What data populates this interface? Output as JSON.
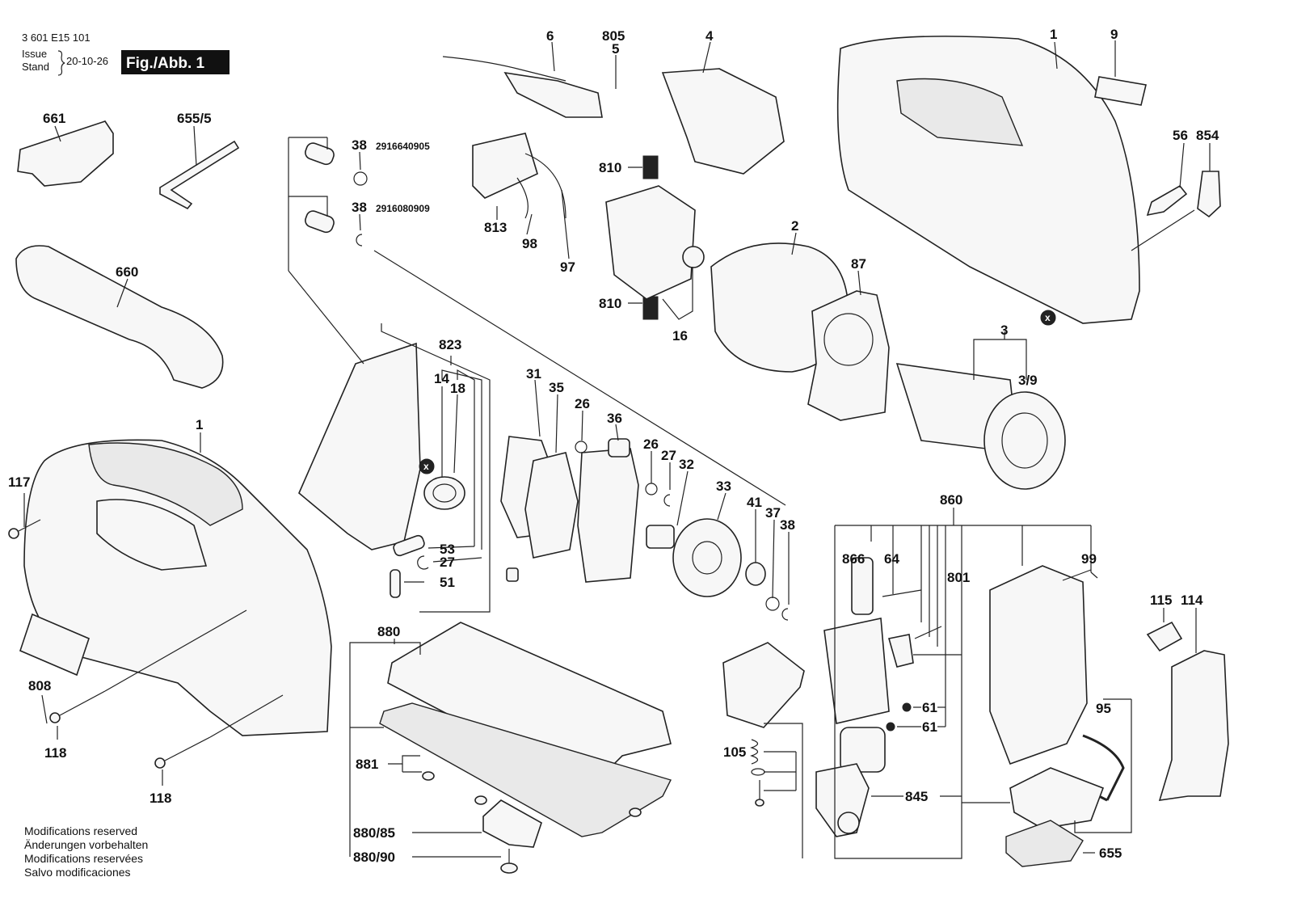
{
  "header": {
    "part_number": "3 601 E15 101",
    "issue_label": "Issue",
    "stand_label": "Stand",
    "date": "20-10-26",
    "figure": "Fig./Abb. 1"
  },
  "footer_notes": [
    "Modifications reserved",
    "Änderungen vorbehalten",
    "Modifications reservées",
    "Salvo modificaciones"
  ],
  "callouts": {
    "c6": "6",
    "c805": "805",
    "c5": "5",
    "c4": "4",
    "c1_top": "1",
    "c9": "9",
    "c661": "661",
    "c655_5": "655/5",
    "c38a": "38",
    "c38a_code": "2916640905",
    "c38b": "38",
    "c38b_code": "2916080909",
    "c810a": "810",
    "c813": "813",
    "c98": "98",
    "c97": "97",
    "c810b": "810",
    "c16": "16",
    "c2": "2",
    "c87": "87",
    "c56": "56",
    "c854": "854",
    "c660": "660",
    "c823": "823",
    "c14": "14",
    "c18": "18",
    "c3": "3",
    "c3_9": "3/9",
    "c31": "31",
    "c35": "35",
    "c26a": "26",
    "c36": "36",
    "c26b": "26",
    "c27a": "27",
    "c32": "32",
    "c33": "33",
    "c41": "41",
    "c37": "37",
    "c38c": "38",
    "c1_left": "1",
    "c117": "117",
    "c53": "53",
    "c27b": "27",
    "c51": "51",
    "c860": "860",
    "c866": "866",
    "c64": "64",
    "c801": "801",
    "c99": "99",
    "c115": "115",
    "c114": "114",
    "c880": "880",
    "c808": "808",
    "c118a": "118",
    "c118b": "118",
    "c881": "881",
    "c880_85": "880/85",
    "c880_90": "880/90",
    "c61a": "61",
    "c61b": "61",
    "c105": "105",
    "c845": "845",
    "c95": "95",
    "c655": "655"
  },
  "markers": {
    "x_symbol": "x"
  }
}
